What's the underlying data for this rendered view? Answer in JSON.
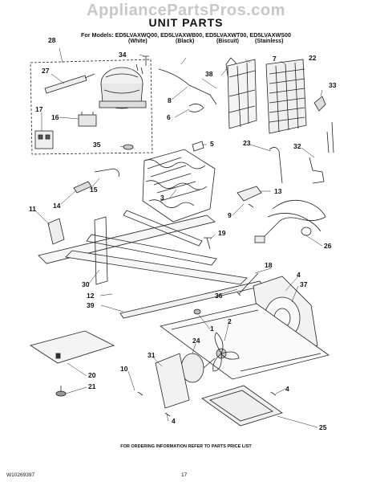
{
  "watermark": "AppliancePartsPros.com",
  "title": "UNIT PARTS",
  "models_line": "For Models: ED5LVAXWQ00, ED5LVAXWB00, ED5LVAXWT00, ED5LVAXWS00",
  "colors": [
    "(White)",
    "(Black)",
    "(Biscuit)",
    "(Stainless)"
  ],
  "callouts": {
    "c1": "1",
    "c2": "2",
    "c3": "3",
    "c4a": "4",
    "c4b": "4",
    "c4c": "4",
    "c5": "5",
    "c6": "6",
    "c7": "7",
    "c8": "8",
    "c9": "9",
    "c10": "10",
    "c11": "11",
    "c12": "12",
    "c13": "13",
    "c14": "14",
    "c15": "15",
    "c16": "16",
    "c17": "17",
    "c18": "18",
    "c19": "19",
    "c20": "20",
    "c21": "21",
    "c22": "22",
    "c23": "23",
    "c24": "24",
    "c25": "25",
    "c26": "26",
    "c27": "27",
    "c28": "28",
    "c30": "30",
    "c31": "31",
    "c32": "32",
    "c33": "33",
    "c34": "34",
    "c35": "35",
    "c36": "36",
    "c37": "37",
    "c38": "38",
    "c39": "39"
  },
  "footer_note": "FOR ORDERING INFORMATION REFER TO PARTS PRICE LIST",
  "doc_number": "W10269397",
  "page_number": "17"
}
